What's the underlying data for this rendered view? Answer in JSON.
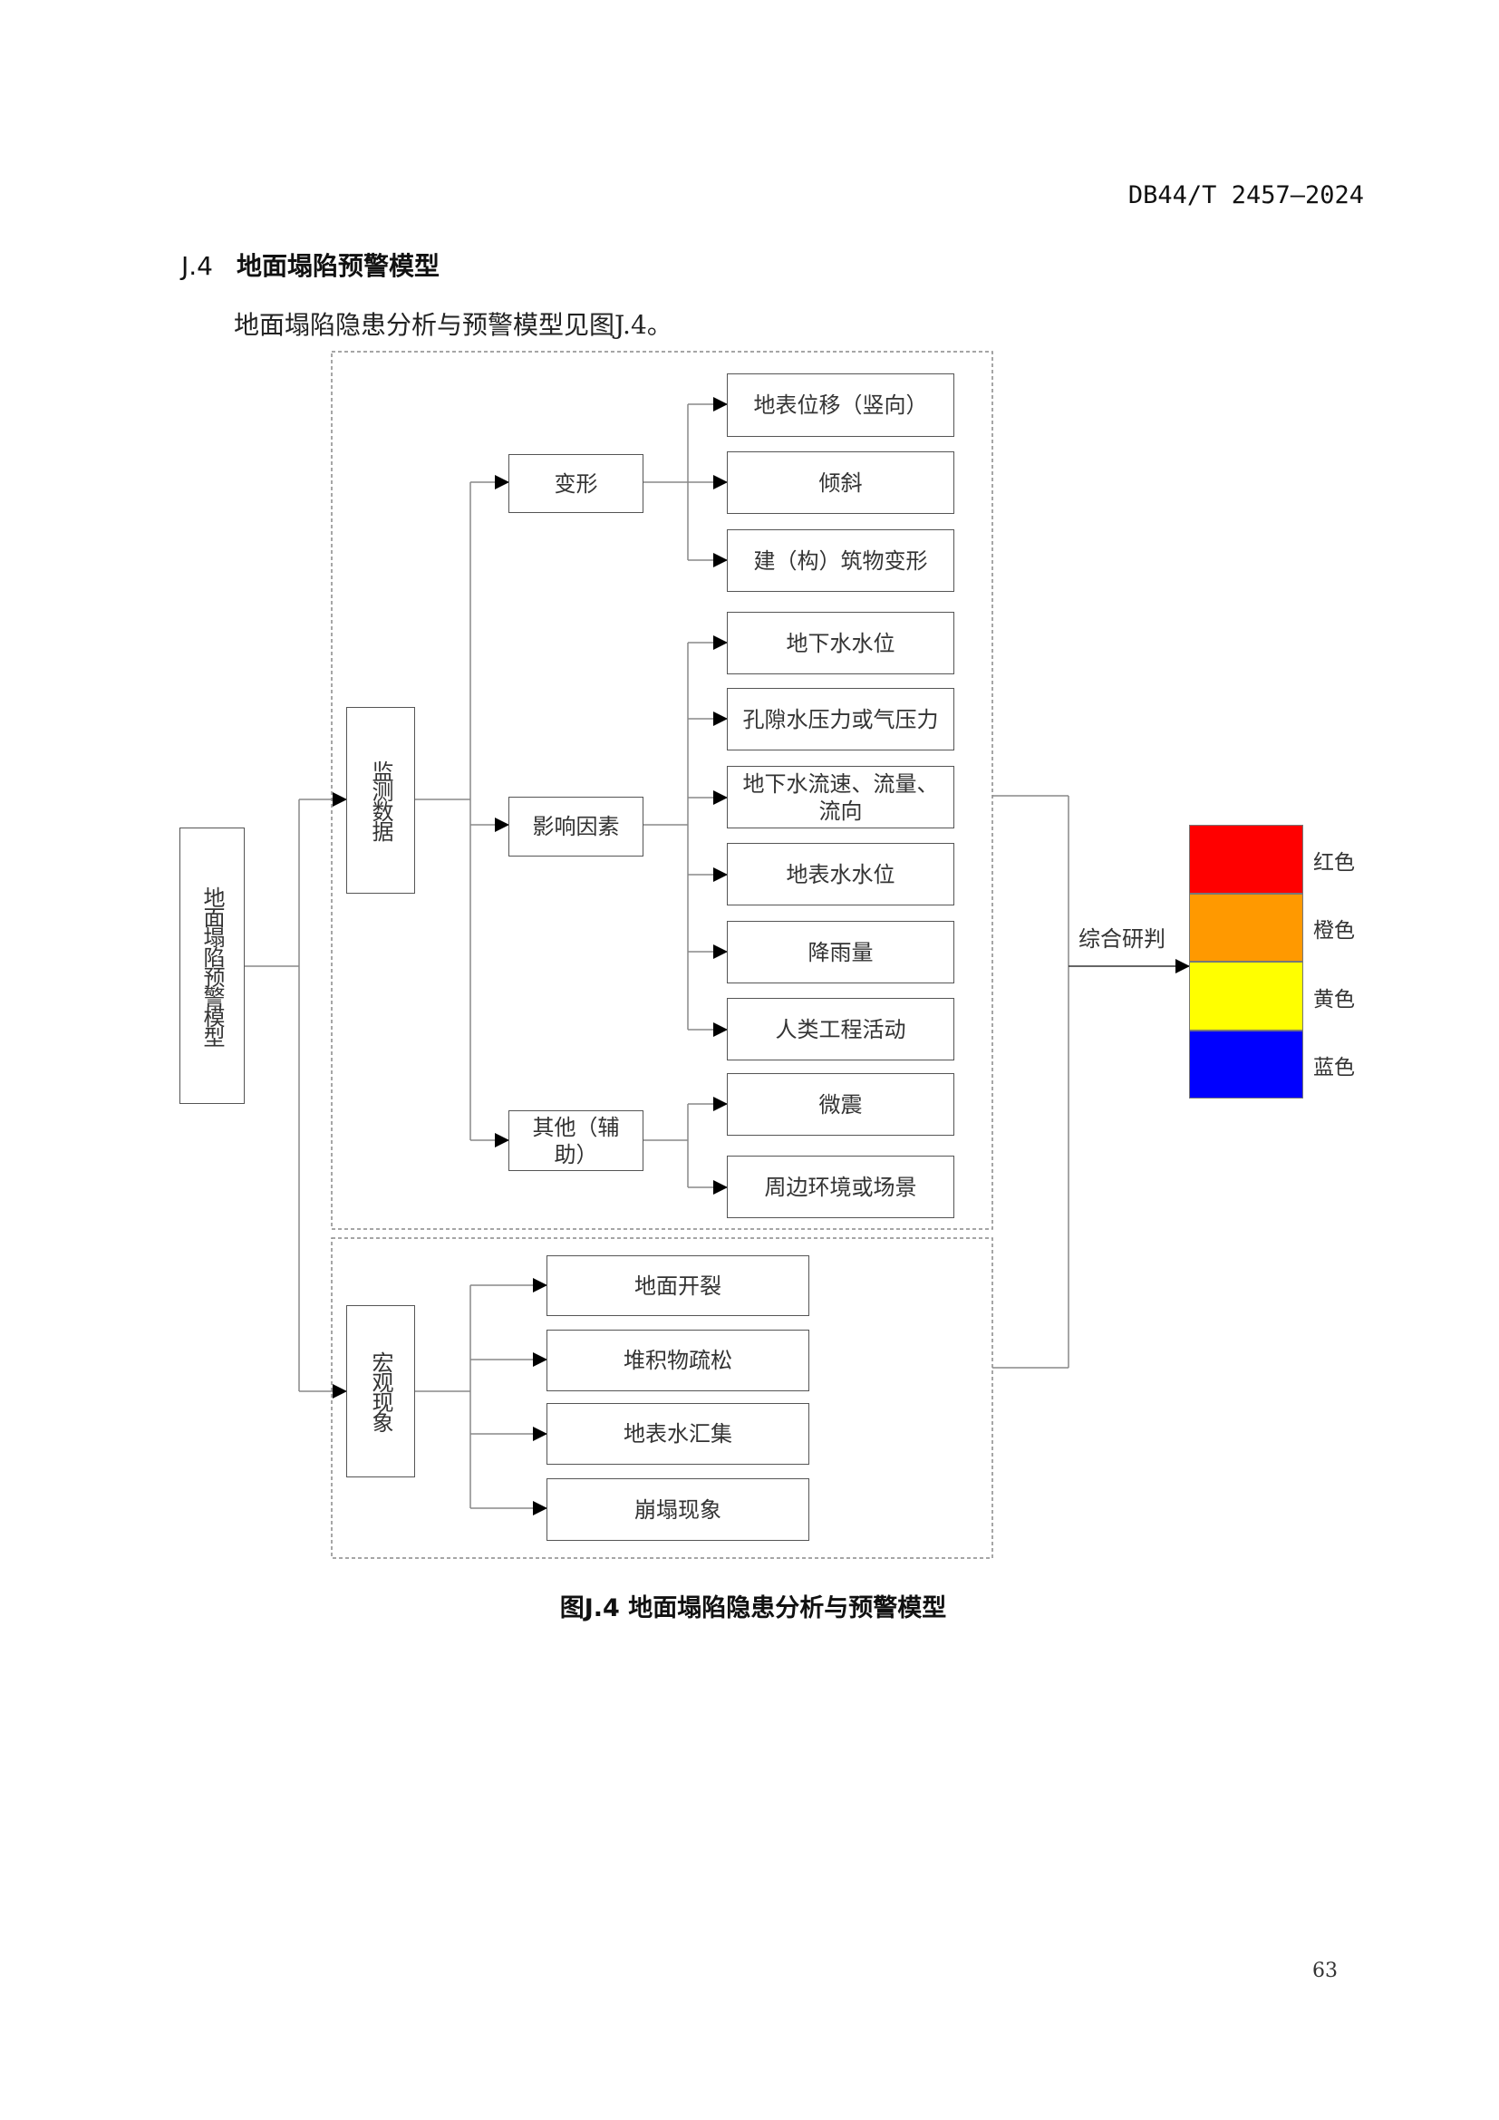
{
  "header": {
    "doc_code": "DB44/T 2457—2024"
  },
  "section": {
    "number": "J.4",
    "title": "地面塌陷预警模型"
  },
  "intro_text": "地面塌陷隐患分析与预警模型见图J.4。",
  "diagram": {
    "root": "地面塌陷预警模型",
    "monitoring": {
      "label": "监测数据",
      "deformation": {
        "label": "变形",
        "items": [
          "地表位移（竖向）",
          "倾斜",
          "建（构）筑物变形"
        ]
      },
      "factors": {
        "label": "影响因素",
        "items": [
          "地下水水位",
          "孔隙水压力或气压力",
          "地下水流速、流量、流向",
          "地表水水位",
          "降雨量",
          "人类工程活动"
        ]
      },
      "other": {
        "label": "其他（辅助）",
        "items": [
          "微震",
          "周边环境或场景"
        ]
      }
    },
    "macro": {
      "label": "宏观现象",
      "items": [
        "地面开裂",
        "堆积物疏松",
        "地表水汇集",
        "崩塌现象"
      ]
    },
    "synthesis": "综合研判",
    "levels": [
      {
        "label": "红色",
        "color": "#ff0000"
      },
      {
        "label": "橙色",
        "color": "#ff9900"
      },
      {
        "label": "黄色",
        "color": "#ffff00"
      },
      {
        "label": "蓝色",
        "color": "#0000ff"
      }
    ]
  },
  "caption": "图J.4 地面塌陷隐患分析与预警模型",
  "page_number": "63"
}
